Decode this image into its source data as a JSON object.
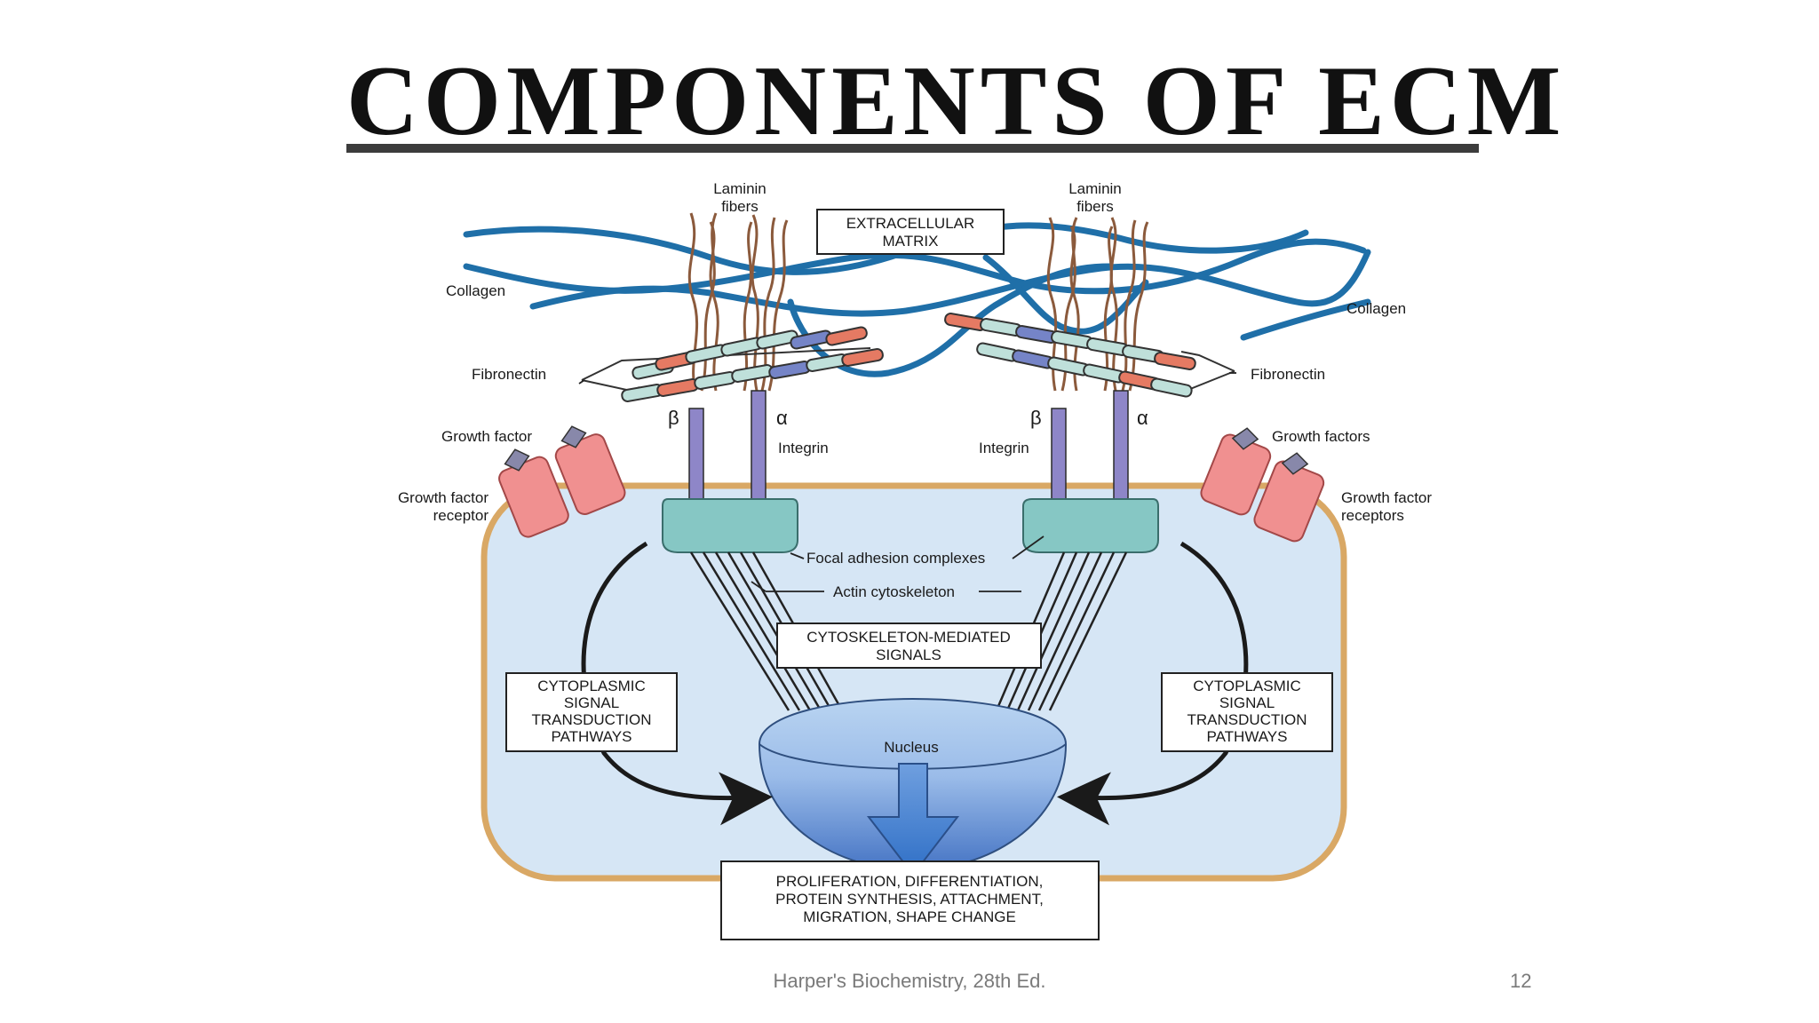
{
  "slide": {
    "title": "COMPONENTS OF ECM",
    "source": "Harper's Biochemistry, 28th Ed.",
    "page_number": "12"
  },
  "diagram": {
    "extracellular_matrix": [
      "EXTRACELLULAR",
      "MATRIX"
    ],
    "laminin_left": [
      "Laminin",
      "fibers"
    ],
    "laminin_right": [
      "Laminin",
      "fibers"
    ],
    "collagen_left": "Collagen",
    "collagen_right": "Collagen",
    "fibronectin_left": "Fibronectin",
    "fibronectin_right": "Fibronectin",
    "beta_left": "β",
    "alpha_left": "α",
    "beta_right": "β",
    "alpha_right": "α",
    "integrin_left": "Integrin",
    "integrin_right": "Integrin",
    "growth_factor_left": "Growth factor",
    "growth_factor_receptor_left": [
      "Growth factor",
      "receptor"
    ],
    "growth_factors_right": "Growth factors",
    "growth_factor_receptors_right": [
      "Growth factor",
      "receptors"
    ],
    "focal_adhesion": "Focal adhesion complexes",
    "actin": "Actin cytoskeleton",
    "cytoskeleton_signals": [
      "CYTOSKELETON-MEDIATED",
      "SIGNALS"
    ],
    "cytoplasmic_left": [
      "CYTOPLASMIC",
      "SIGNAL",
      "TRANSDUCTION",
      "PATHWAYS"
    ],
    "cytoplasmic_right": [
      "CYTOPLASMIC",
      "SIGNAL",
      "TRANSDUCTION",
      "PATHWAYS"
    ],
    "nucleus": "Nucleus",
    "outcome": [
      "PROLIFERATION, DIFFERENTIATION,",
      "PROTEIN SYNTHESIS, ATTACHMENT,",
      "MIGRATION, SHAPE CHANGE"
    ]
  },
  "colors": {
    "collagen": "#1f6fa8",
    "laminin": "#8b5a3c",
    "cell_fill": "#d6e6f5",
    "cell_border": "#d9a865",
    "focal_adhesion": "#86c7c4",
    "integrin": "#8e86c8",
    "receptor": "#f09090",
    "nucleus_top": "#a9c8ec",
    "nucleus_bottom": "#4f7fcf"
  }
}
